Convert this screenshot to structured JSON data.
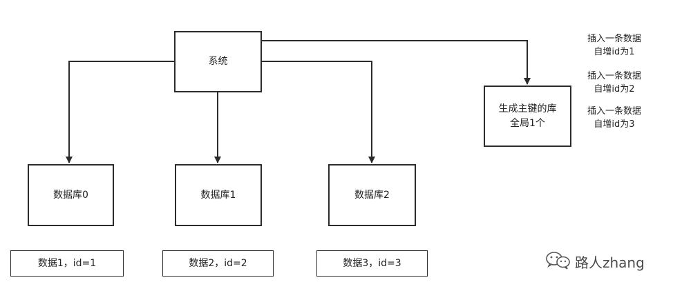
{
  "nodes": {
    "system": "系统",
    "id_generator_line1": "生成主键的库",
    "id_generator_line2": "全局1个",
    "db0": "数据库0",
    "db1": "数据库1",
    "db2": "数据库2",
    "data0": "数据1，id=1",
    "data1": "数据2，id=2",
    "data2": "数据3，id=3"
  },
  "notes": [
    {
      "line1": "插入一条数据",
      "line2": "自增id为1"
    },
    {
      "line1": "插入一条数据",
      "line2": "自增id为2"
    },
    {
      "line1": "插入一条数据",
      "line2": "自增id为3"
    }
  ],
  "watermark": {
    "text": "路人zhang",
    "icon": "wechat-icon"
  }
}
